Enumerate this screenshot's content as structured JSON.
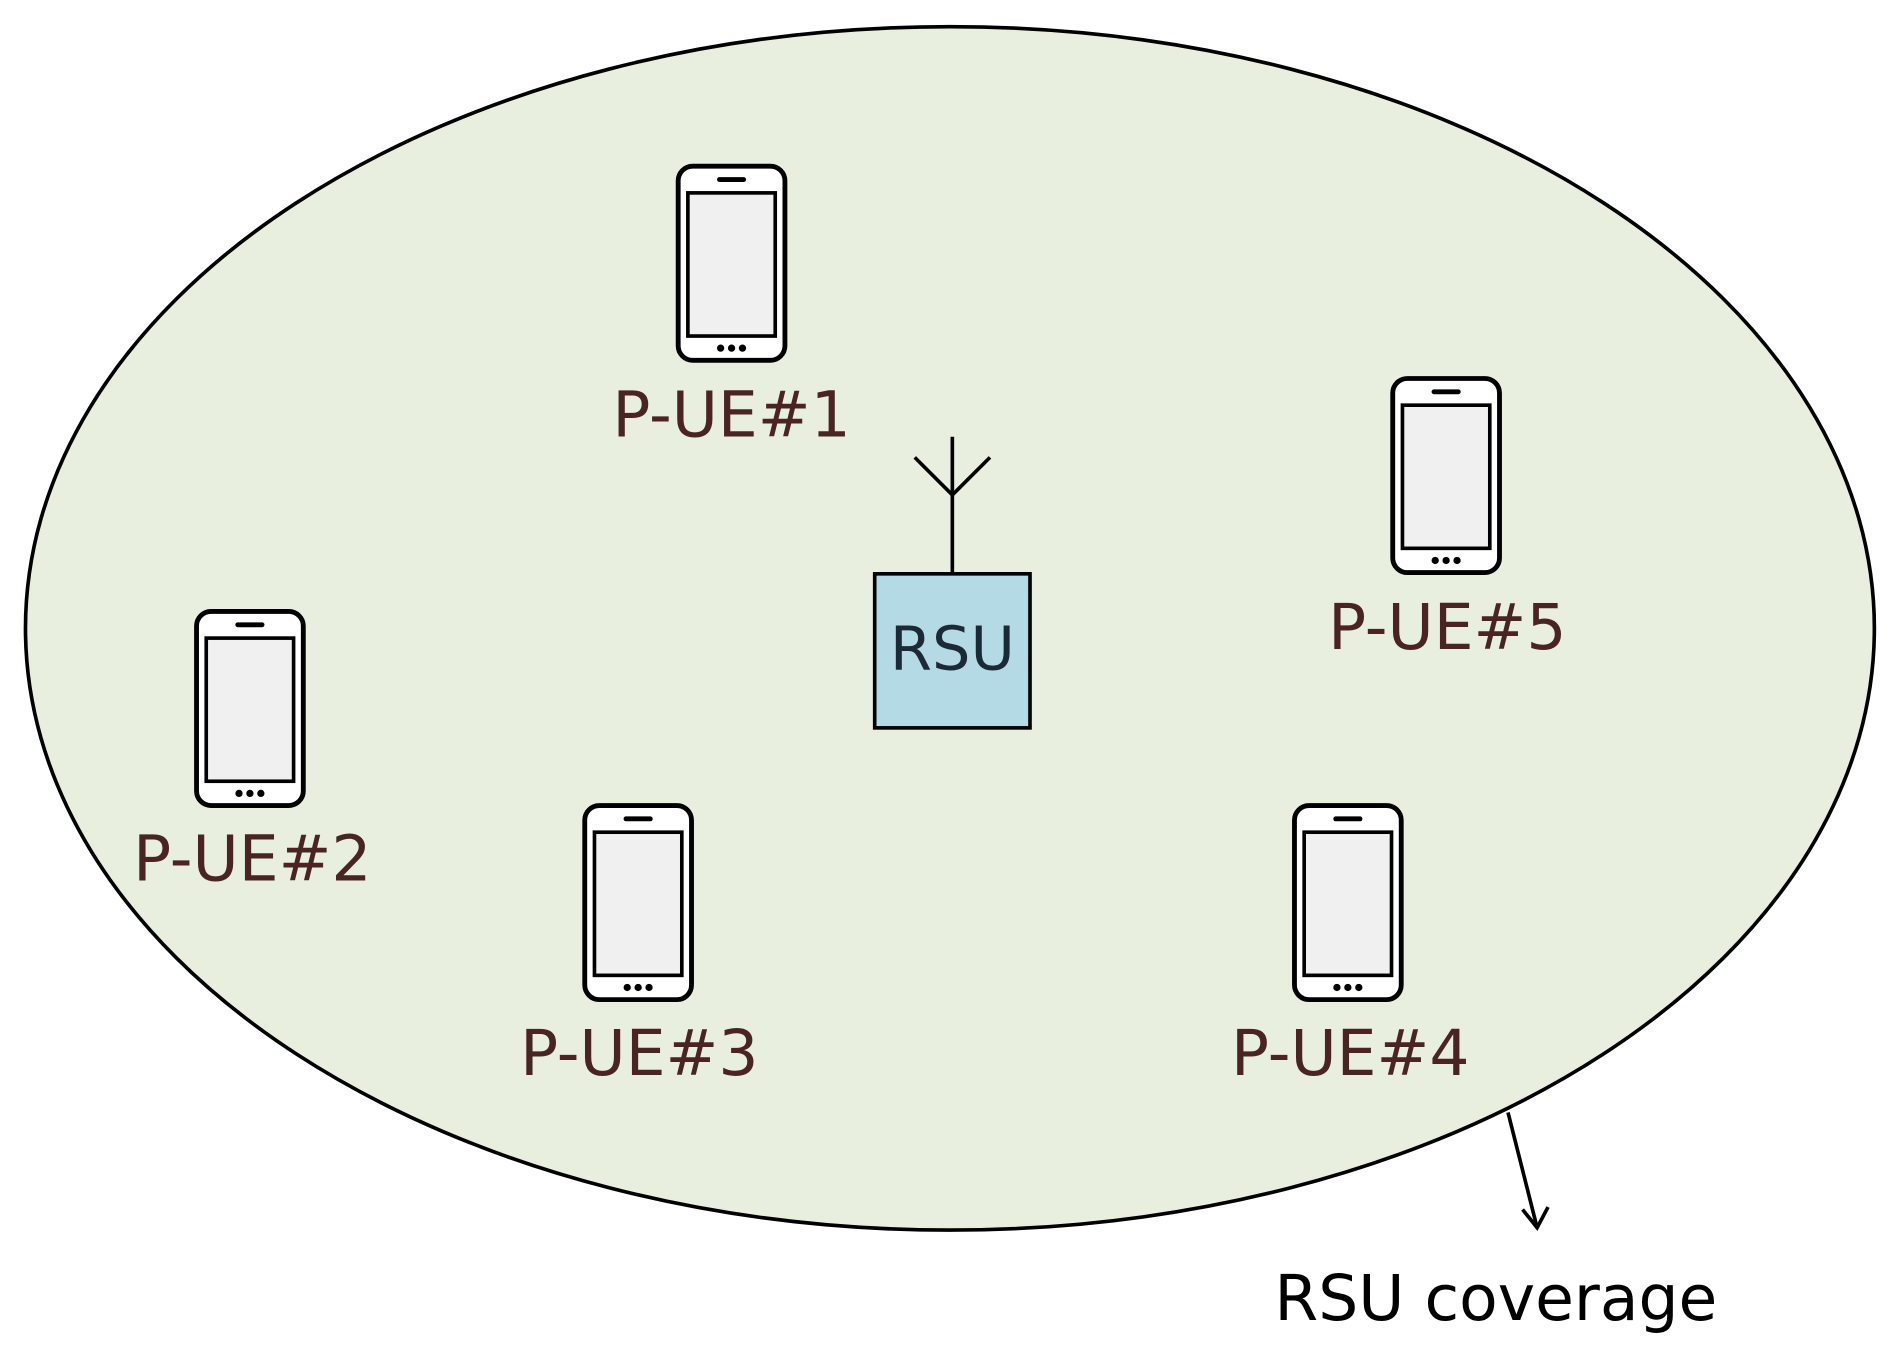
{
  "coverage": {
    "label": "RSU coverage",
    "fill_color": "#e8efdf",
    "stroke_color": "#000000"
  },
  "rsu": {
    "label": "RSU",
    "fill_color": "#b4dae6",
    "icon": "antenna-icon"
  },
  "devices": [
    {
      "id": "ue1",
      "label": "P-UE#1",
      "icon": "smartphone-icon"
    },
    {
      "id": "ue2",
      "label": "P-UE#2",
      "icon": "smartphone-icon"
    },
    {
      "id": "ue3",
      "label": "P-UE#3",
      "icon": "smartphone-icon"
    },
    {
      "id": "ue4",
      "label": "P-UE#4",
      "icon": "smartphone-icon"
    },
    {
      "id": "ue5",
      "label": "P-UE#5",
      "icon": "smartphone-icon"
    }
  ],
  "colors": {
    "phone_screen": "#f0f0f0",
    "phone_outline": "#000000",
    "ue_label": "#4a2422"
  }
}
